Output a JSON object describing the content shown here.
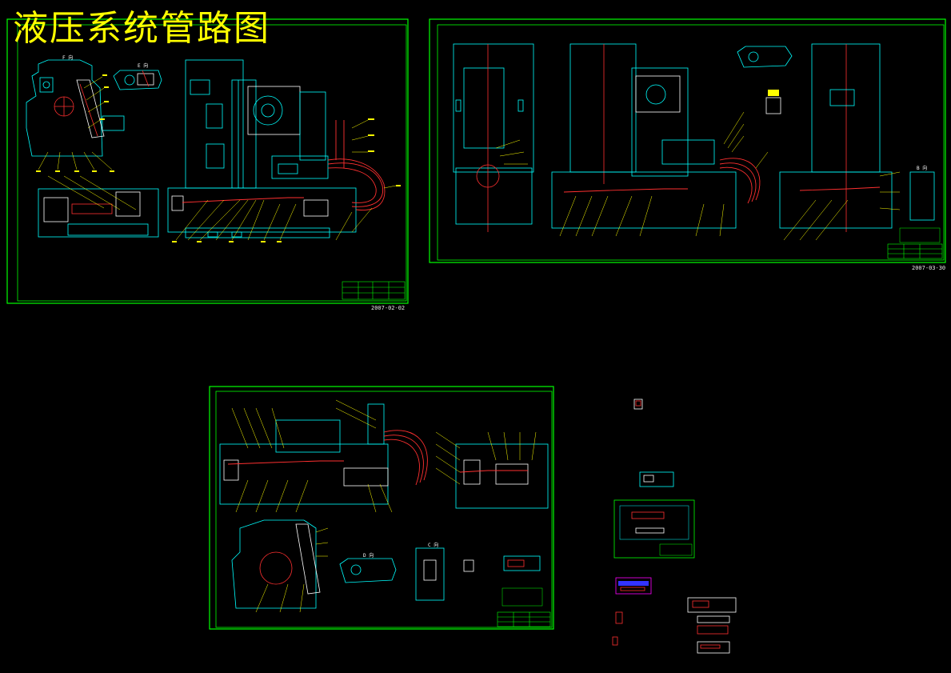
{
  "title": "液压系统管路图",
  "sheets": [
    {
      "id": "sheet-1",
      "date": "2007-02-02"
    },
    {
      "id": "sheet-2",
      "date": "2007-03-30"
    },
    {
      "id": "sheet-3",
      "date": ""
    }
  ],
  "view_labels": {
    "view_f": "F 向",
    "view_e": "E 向",
    "view_d": "D 向",
    "view_c": "C 向",
    "view_b": "B 向"
  },
  "colors": {
    "background": "#000000",
    "frame": "#00ff00",
    "machine": "#00ffff",
    "leader": "#ffff00",
    "pipe": "#ff3030",
    "detail": "#ffffff",
    "accent": "#ff00ff",
    "title": "#ffff00"
  }
}
